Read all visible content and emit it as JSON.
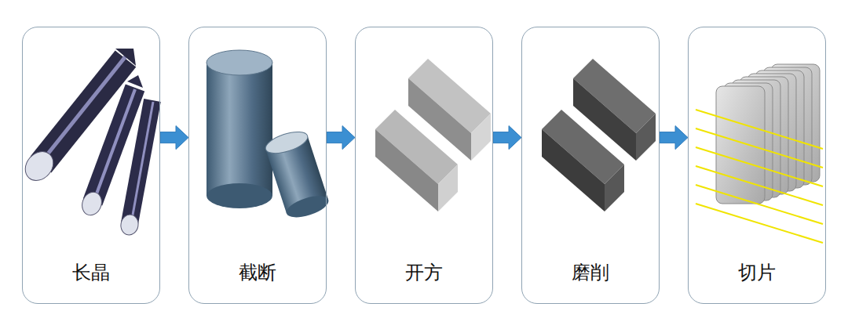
{
  "diagram": {
    "nodes": [
      {
        "text": [
          "长晶"
        ]
      },
      {
        "text": [
          "截断"
        ]
      },
      {
        "text": [
          "开方"
        ]
      },
      {
        "text": [
          "磨削"
        ]
      },
      {
        "text": [
          "切片"
        ]
      }
    ],
    "edges": [
      {
        "from": 0,
        "to": 1,
        "arrow": "to"
      },
      {
        "from": 1,
        "to": 2,
        "arrow": "to"
      },
      {
        "from": 2,
        "to": 3,
        "arrow": "to"
      },
      {
        "from": 3,
        "to": 4,
        "arrow": "to"
      }
    ]
  }
}
